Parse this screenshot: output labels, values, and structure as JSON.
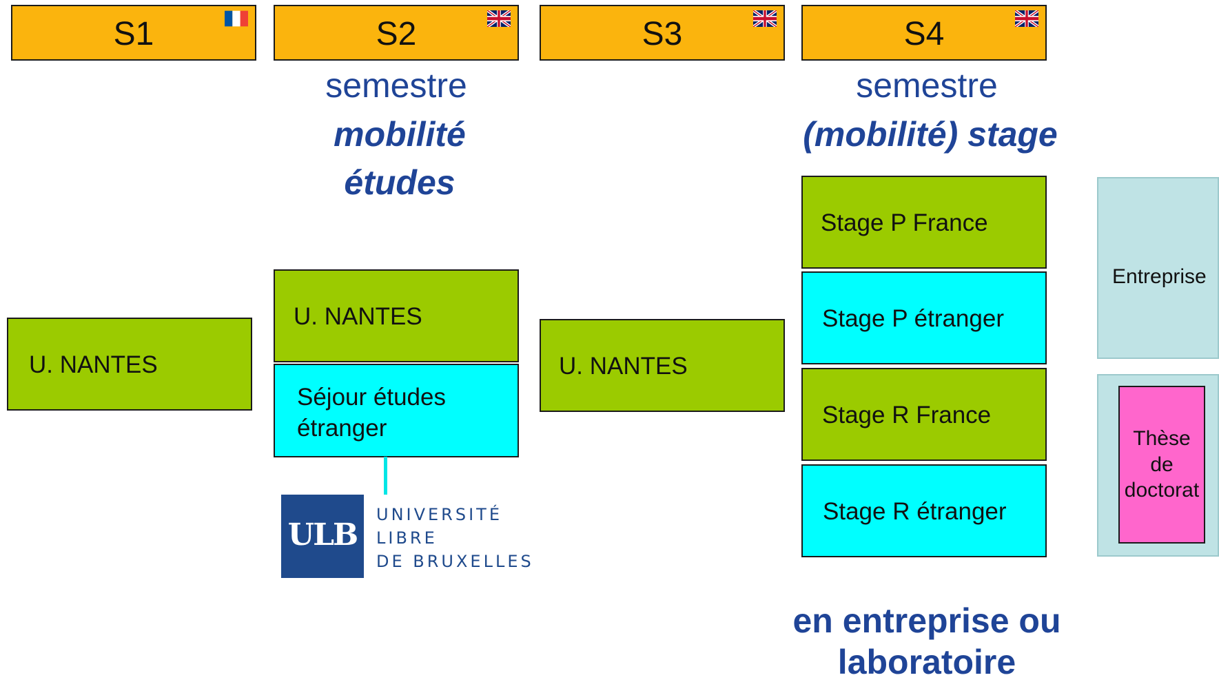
{
  "semesters": [
    {
      "label": "S1",
      "flag": "france-flag"
    },
    {
      "label": "S2",
      "flag": "uk-flag"
    },
    {
      "label": "S3",
      "flag": "uk-flag"
    },
    {
      "label": "S4",
      "flag": "uk-flag"
    }
  ],
  "s2_caption": {
    "line1": "semestre",
    "line2": "mobilité",
    "line3": "études"
  },
  "s4_caption": {
    "line1": "semestre",
    "line2": "(mobilité) stage"
  },
  "bottom_caption": {
    "line1": "en entreprise ou",
    "line2": "laboratoire"
  },
  "s1_box": "U. NANTES",
  "s2_boxes": {
    "nantes": "U. NANTES",
    "sejour_line1": "Séjour études",
    "sejour_line2": "étranger"
  },
  "s3_box": "U. NANTES",
  "s4_boxes": [
    "Stage P France",
    "Stage P étranger",
    "Stage R France",
    "Stage R étranger"
  ],
  "side": {
    "entreprise": "Entreprise",
    "these": "Thèse\nde\ndoctorat"
  },
  "ulb_logo": {
    "mark": "ULB",
    "line1": "UNIVERSITÉ",
    "line2": "LIBRE",
    "line3": "DE BRUXELLES"
  },
  "colors": {
    "header": "#FBB40D",
    "green": "#9BCB00",
    "cyan": "#00FFFF",
    "side": "#BFE3E5",
    "pink": "#FF66CC",
    "caption_blue": "#1F4497",
    "ulb_blue": "#1F4A8C"
  }
}
